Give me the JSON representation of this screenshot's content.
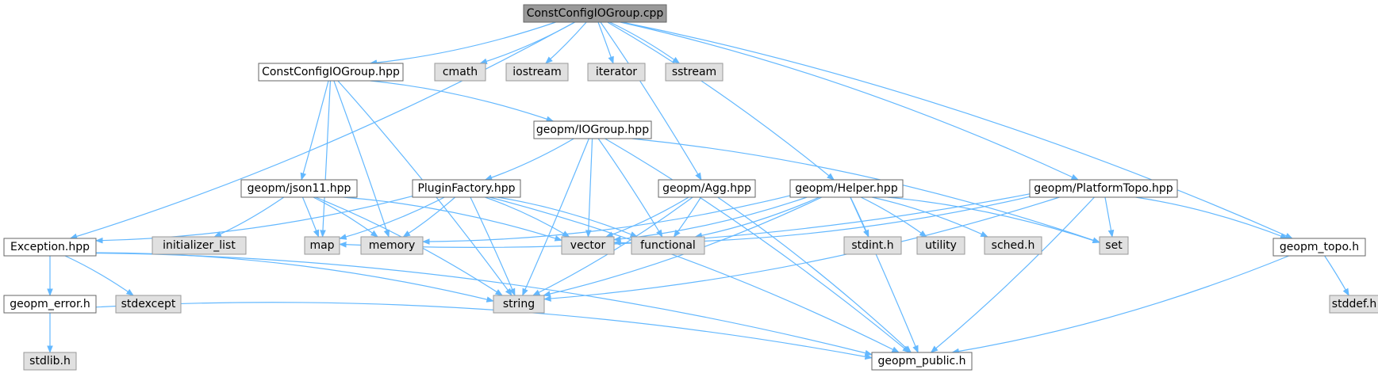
{
  "graph": {
    "nodes": [
      {
        "id": "root",
        "label": "ConstConfigIOGroup.cpp",
        "kind": "root"
      },
      {
        "id": "constHpp",
        "label": "ConstConfigIOGroup.hpp",
        "kind": "local"
      },
      {
        "id": "cmath",
        "label": "cmath",
        "kind": "system"
      },
      {
        "id": "iostream",
        "label": "iostream",
        "kind": "system"
      },
      {
        "id": "iterator",
        "label": "iterator",
        "kind": "system"
      },
      {
        "id": "sstream",
        "label": "sstream",
        "kind": "system"
      },
      {
        "id": "ioGroup",
        "label": "geopm/IOGroup.hpp",
        "kind": "local"
      },
      {
        "id": "json11",
        "label": "geopm/json11.hpp",
        "kind": "local"
      },
      {
        "id": "pluginFactory",
        "label": "PluginFactory.hpp",
        "kind": "local"
      },
      {
        "id": "agg",
        "label": "geopm/Agg.hpp",
        "kind": "local"
      },
      {
        "id": "helper",
        "label": "geopm/Helper.hpp",
        "kind": "local"
      },
      {
        "id": "platformTopo",
        "label": "geopm/PlatformTopo.hpp",
        "kind": "local"
      },
      {
        "id": "exception",
        "label": "Exception.hpp",
        "kind": "local"
      },
      {
        "id": "initList",
        "label": "initializer_list",
        "kind": "system"
      },
      {
        "id": "map",
        "label": "map",
        "kind": "system"
      },
      {
        "id": "memory",
        "label": "memory",
        "kind": "system"
      },
      {
        "id": "vector",
        "label": "vector",
        "kind": "system"
      },
      {
        "id": "functional",
        "label": "functional",
        "kind": "system"
      },
      {
        "id": "stdint",
        "label": "stdint.h",
        "kind": "system"
      },
      {
        "id": "utility",
        "label": "utility",
        "kind": "system"
      },
      {
        "id": "sched",
        "label": "sched.h",
        "kind": "system"
      },
      {
        "id": "set",
        "label": "set",
        "kind": "system"
      },
      {
        "id": "geopmTopo",
        "label": "geopm_topo.h",
        "kind": "local"
      },
      {
        "id": "geopmError",
        "label": "geopm_error.h",
        "kind": "local"
      },
      {
        "id": "stdexcept",
        "label": "stdexcept",
        "kind": "system"
      },
      {
        "id": "string",
        "label": "string",
        "kind": "system"
      },
      {
        "id": "stddef",
        "label": "stddef.h",
        "kind": "system"
      },
      {
        "id": "stdlib",
        "label": "stdlib.h",
        "kind": "system"
      },
      {
        "id": "geopmPublic",
        "label": "geopm_public.h",
        "kind": "local"
      }
    ],
    "edges": [
      [
        "root",
        "constHpp"
      ],
      [
        "root",
        "cmath"
      ],
      [
        "root",
        "iostream"
      ],
      [
        "root",
        "iterator"
      ],
      [
        "root",
        "sstream"
      ],
      [
        "root",
        "agg"
      ],
      [
        "root",
        "helper"
      ],
      [
        "root",
        "platformTopo"
      ],
      [
        "root",
        "exception"
      ],
      [
        "root",
        "geopmTopo"
      ],
      [
        "constHpp",
        "ioGroup"
      ],
      [
        "constHpp",
        "json11"
      ],
      [
        "constHpp",
        "map"
      ],
      [
        "constHpp",
        "memory"
      ],
      [
        "constHpp",
        "string"
      ],
      [
        "ioGroup",
        "pluginFactory"
      ],
      [
        "ioGroup",
        "vector"
      ],
      [
        "ioGroup",
        "functional"
      ],
      [
        "ioGroup",
        "string"
      ],
      [
        "ioGroup",
        "set"
      ],
      [
        "ioGroup",
        "geopmPublic"
      ],
      [
        "json11",
        "initList"
      ],
      [
        "json11",
        "map"
      ],
      [
        "json11",
        "memory"
      ],
      [
        "json11",
        "vector"
      ],
      [
        "json11",
        "string"
      ],
      [
        "pluginFactory",
        "exception"
      ],
      [
        "pluginFactory",
        "map"
      ],
      [
        "pluginFactory",
        "memory"
      ],
      [
        "pluginFactory",
        "vector"
      ],
      [
        "pluginFactory",
        "functional"
      ],
      [
        "pluginFactory",
        "string"
      ],
      [
        "pluginFactory",
        "geopmPublic"
      ],
      [
        "agg",
        "vector"
      ],
      [
        "agg",
        "functional"
      ],
      [
        "agg",
        "string"
      ],
      [
        "agg",
        "geopmPublic"
      ],
      [
        "helper",
        "vector"
      ],
      [
        "helper",
        "functional"
      ],
      [
        "helper",
        "memory"
      ],
      [
        "helper",
        "stdint"
      ],
      [
        "helper",
        "utility"
      ],
      [
        "helper",
        "sched"
      ],
      [
        "helper",
        "set"
      ],
      [
        "helper",
        "string"
      ],
      [
        "helper",
        "geopmPublic"
      ],
      [
        "platformTopo",
        "map"
      ],
      [
        "platformTopo",
        "vector"
      ],
      [
        "platformTopo",
        "set"
      ],
      [
        "platformTopo",
        "string"
      ],
      [
        "platformTopo",
        "geopmTopo"
      ],
      [
        "platformTopo",
        "geopmPublic"
      ],
      [
        "exception",
        "geopmError"
      ],
      [
        "exception",
        "stdexcept"
      ],
      [
        "exception",
        "string"
      ],
      [
        "exception",
        "geopmPublic"
      ],
      [
        "geopmError",
        "stdlib"
      ],
      [
        "geopmError",
        "geopmPublic"
      ],
      [
        "geopmTopo",
        "stddef"
      ],
      [
        "geopmTopo",
        "geopmPublic"
      ]
    ]
  }
}
